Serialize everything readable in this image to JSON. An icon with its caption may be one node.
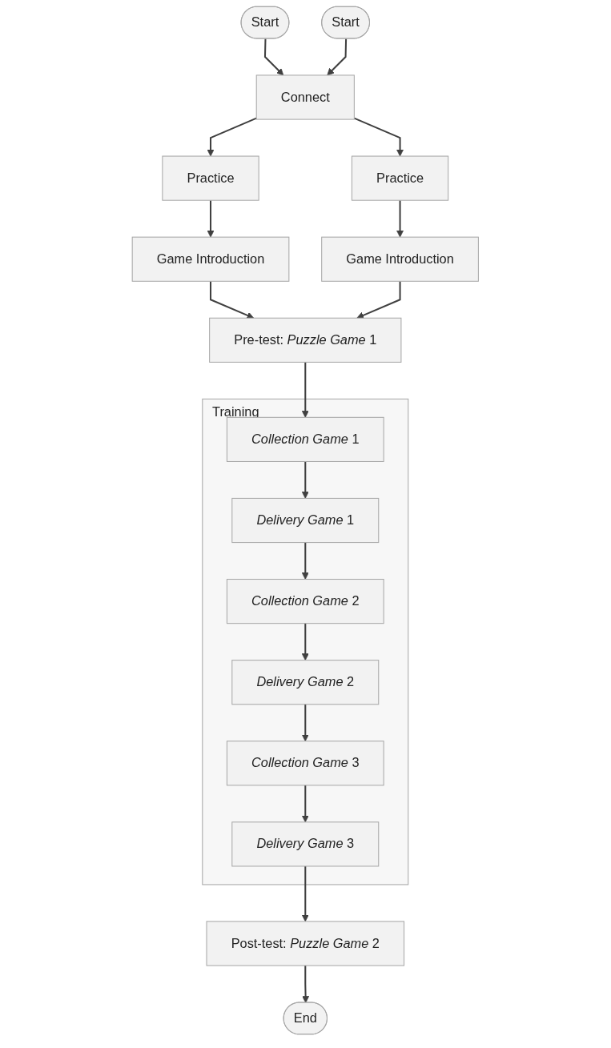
{
  "diagram": {
    "nodes": [
      {
        "text": [
          "Start"
        ]
      },
      {
        "text": [
          "Start"
        ]
      },
      {
        "text": [
          "Connect"
        ]
      },
      {
        "text": [
          "Practice"
        ]
      },
      {
        "text": [
          "Practice"
        ]
      },
      {
        "text": [
          "Game Introduction"
        ]
      },
      {
        "text": [
          "Game Introduction"
        ]
      },
      {
        "text": [
          "Pre-test: *Puzzle Game* 1"
        ]
      },
      {
        "text": [
          "Training"
        ]
      },
      {
        "text": [
          "*Collection Game* 1"
        ],
        "in": 8
      },
      {
        "text": [
          "*Delivery Game* 1"
        ],
        "in": 8
      },
      {
        "text": [
          "*Collection Game* 2"
        ],
        "in": 8
      },
      {
        "text": [
          "*Delivery Game* 2"
        ],
        "in": 8
      },
      {
        "text": [
          "*Collection Game* 3"
        ],
        "in": 8
      },
      {
        "text": [
          "*Delivery Game* 3"
        ],
        "in": 8
      },
      {
        "text": [
          "Post-test: *Puzzle Game* 2"
        ]
      },
      {
        "text": [
          "End"
        ]
      }
    ],
    "edges": [
      {
        "from": 0,
        "to": 2,
        "arrow": "to"
      },
      {
        "from": 1,
        "to": 2,
        "arrow": "to"
      },
      {
        "from": 2,
        "to": 3,
        "arrow": "to"
      },
      {
        "from": 2,
        "to": 4,
        "arrow": "to"
      },
      {
        "from": 3,
        "to": 5,
        "arrow": "to"
      },
      {
        "from": 4,
        "to": 6,
        "arrow": "to"
      },
      {
        "from": 5,
        "to": 7,
        "arrow": "to"
      },
      {
        "from": 6,
        "to": 7,
        "arrow": "to"
      },
      {
        "from": 7,
        "to": 9,
        "arrow": "to"
      },
      {
        "from": 9,
        "to": 10,
        "arrow": "to"
      },
      {
        "from": 10,
        "to": 11,
        "arrow": "to"
      },
      {
        "from": 11,
        "to": 12,
        "arrow": "to"
      },
      {
        "from": 12,
        "to": 13,
        "arrow": "to"
      },
      {
        "from": 13,
        "to": 14,
        "arrow": "to"
      },
      {
        "from": 14,
        "to": 15,
        "arrow": "to"
      },
      {
        "from": 15,
        "to": 16,
        "arrow": "to"
      }
    ]
  }
}
